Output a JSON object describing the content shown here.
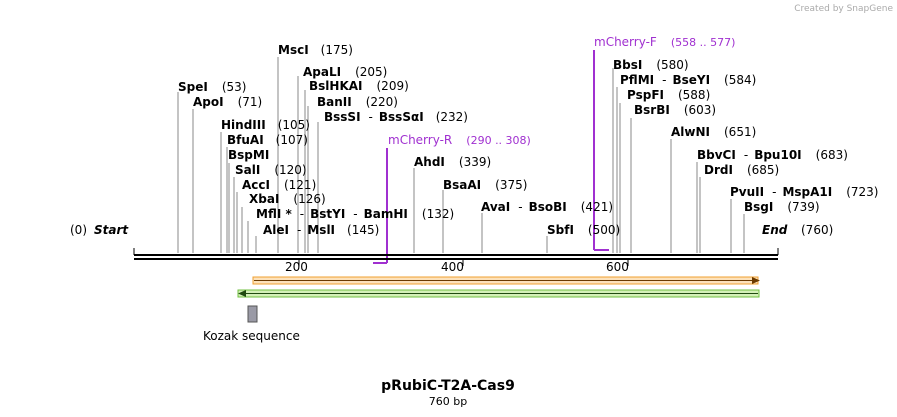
{
  "credit": "Created by SnapGene",
  "map": {
    "title": "pRubiC-T2A-Cas9",
    "length_label": "760 bp",
    "start_label": "Start",
    "start_pos": "(0)",
    "end_label": "End",
    "end_pos": "(760)",
    "ticks": [
      "200",
      "400",
      "600"
    ]
  },
  "sites": [
    {
      "key": "mscI",
      "name": "MscI",
      "pos": "(175)"
    },
    {
      "key": "apaLI",
      "name": "ApaLI",
      "pos": "(205)"
    },
    {
      "key": "bslHKAI",
      "name": "BslHKAI",
      "pos": "(209)"
    },
    {
      "key": "banII",
      "name": "BanII",
      "pos": "(220)"
    },
    {
      "key": "bssSI",
      "name": "BssSI",
      "extra": "BssSαI",
      "pos": "(232)"
    },
    {
      "key": "speI",
      "name": "SpeI",
      "pos": "(53)"
    },
    {
      "key": "apoI",
      "name": "ApoI",
      "pos": "(71)"
    },
    {
      "key": "hindIII",
      "name": "HindIII",
      "pos": "(105)"
    },
    {
      "key": "bfuAI",
      "name": "BfuAI",
      "pos": "(107)"
    },
    {
      "key": "bspMI",
      "name": "BspMI",
      "pos": ""
    },
    {
      "key": "salI",
      "name": "SalI",
      "pos": "(120)"
    },
    {
      "key": "accI",
      "name": "AccI",
      "pos": "(121)"
    },
    {
      "key": "xbaI",
      "name": "XbaI",
      "pos": "(126)"
    },
    {
      "key": "mflI",
      "name": "MflI *",
      "extra": "BstYI",
      "extra2": "BamHI",
      "pos": "(132)"
    },
    {
      "key": "aleI",
      "name": "AleI",
      "extra": "MslI",
      "pos": "(145)"
    },
    {
      "key": "ahdI",
      "name": "AhdI",
      "pos": "(339)"
    },
    {
      "key": "bsaAI",
      "name": "BsaAI",
      "pos": "(375)"
    },
    {
      "key": "avaI",
      "name": "AvaI",
      "extra": "BsoBI",
      "pos": "(421)"
    },
    {
      "key": "sbfI",
      "name": "SbfI",
      "pos": "(500)"
    },
    {
      "key": "bbsI",
      "name": "BbsI",
      "pos": "(580)"
    },
    {
      "key": "pflMI",
      "name": "PflMI",
      "extra": "BseYI",
      "pos": "(584)"
    },
    {
      "key": "pspFI",
      "name": "PspFI",
      "pos": "(588)"
    },
    {
      "key": "bsrBI",
      "name": "BsrBI",
      "pos": "(603)"
    },
    {
      "key": "alwNI",
      "name": "AlwNI",
      "pos": "(651)"
    },
    {
      "key": "bbvCI",
      "name": "BbvCI",
      "extra": "Bpu10I",
      "pos": "(683)"
    },
    {
      "key": "drdI",
      "name": "DrdI",
      "pos": "(685)"
    },
    {
      "key": "pvuII",
      "name": "PvuII",
      "extra": "MspA1I",
      "pos": "(723)"
    },
    {
      "key": "bsgI",
      "name": "BsgI",
      "pos": "(739)"
    }
  ],
  "primers": [
    {
      "name": "mCherry-F",
      "range": "(558 .. 577)"
    },
    {
      "name": "mCherry-R",
      "range": "(290 .. 308)"
    }
  ],
  "features": {
    "kozak": "Kozak sequence"
  },
  "colors": {
    "primer": "#a030d0",
    "orange_arrow": "#f0a030",
    "green_arrow": "#70c040",
    "kozak": "#9a9aa6"
  }
}
